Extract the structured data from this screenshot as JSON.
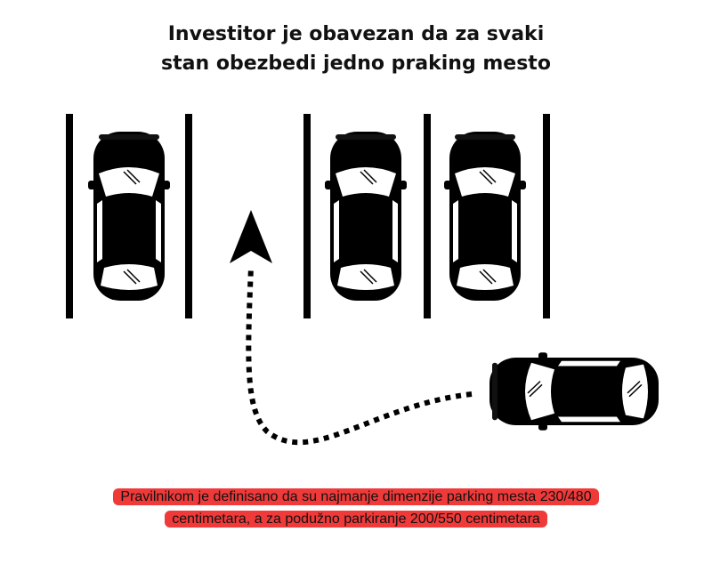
{
  "title": {
    "line1": "Investitor je obavezan da za svaki",
    "line2": "stan obezbedi jedno praking mesto"
  },
  "note": {
    "line1": "Pravilnikom je definisano da su najmanje dimenzije parking mesta 230/480",
    "line2": "centimetara, a za podužno parkiranje 200/550 centimetara",
    "highlight_color": "#f03a3a"
  },
  "icons": [
    "car-icon",
    "arrow-up-icon"
  ]
}
